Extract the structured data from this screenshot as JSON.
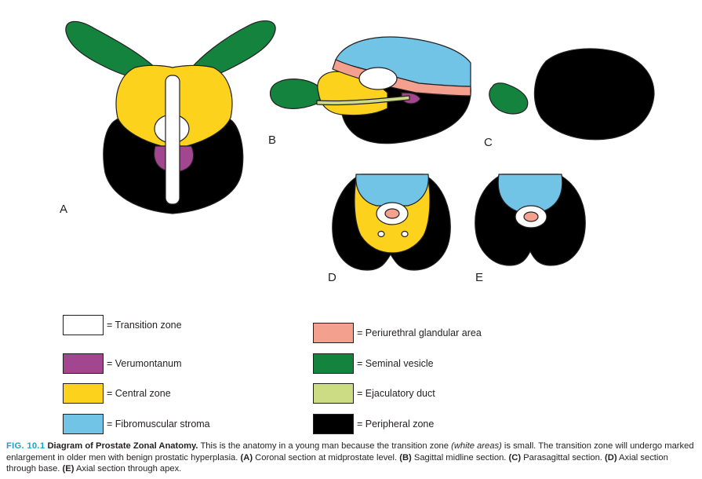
{
  "panels": {
    "a": "A",
    "b": "B",
    "c": "C",
    "d": "D",
    "e": "E"
  },
  "colors": {
    "transition_zone": "#ffffff",
    "verumontanum": "#a2478f",
    "central_zone": "#fcd21c",
    "fibromuscular_stroma": "#71c4e6",
    "periurethral_glandular_area": "#f4a08e",
    "seminal_vesicle": "#13833d",
    "ejaculatory_duct": "#cbdc84",
    "peripheral_zone": "#000000",
    "caption_accent": "#1aa3c9"
  },
  "legend": [
    {
      "label": "= Transition zone",
      "color": "#ffffff"
    },
    {
      "label": "= Verumontanum",
      "color": "#a2478f"
    },
    {
      "label": "= Central zone",
      "color": "#fcd21c"
    },
    {
      "label": "= Fibromuscular stroma",
      "color": "#71c4e6"
    },
    {
      "label": "= Periurethral glandular area",
      "color": "#f4a08e"
    },
    {
      "label": "= Seminal vesicle",
      "color": "#13833d"
    },
    {
      "label": "= Ejaculatory duct",
      "color": "#cbdc84"
    },
    {
      "label": "= Peripheral zone",
      "color": "#000000"
    }
  ],
  "caption": {
    "figure_number": "FIG. 10.1",
    "title": "Diagram of Prostate Zonal Anatomy.",
    "text_1": " This is the anatomy in a young man because the transition zone ",
    "text_italic": "(white areas)",
    "text_2": " is small. The transition zone will undergo marked enlargement in older men with benign prostatic hyperplasia. ",
    "a_tag": "(A)",
    "a_text": " Coronal section at midprostate level. ",
    "b_tag": "(B)",
    "b_text": " Sagittal midline section. ",
    "c_tag": "(C)",
    "c_text": " Parasagittal section. ",
    "d_tag": "(D)",
    "d_text": " Axial section through base. ",
    "e_tag": "(E)",
    "e_text": " Axial section through apex."
  }
}
